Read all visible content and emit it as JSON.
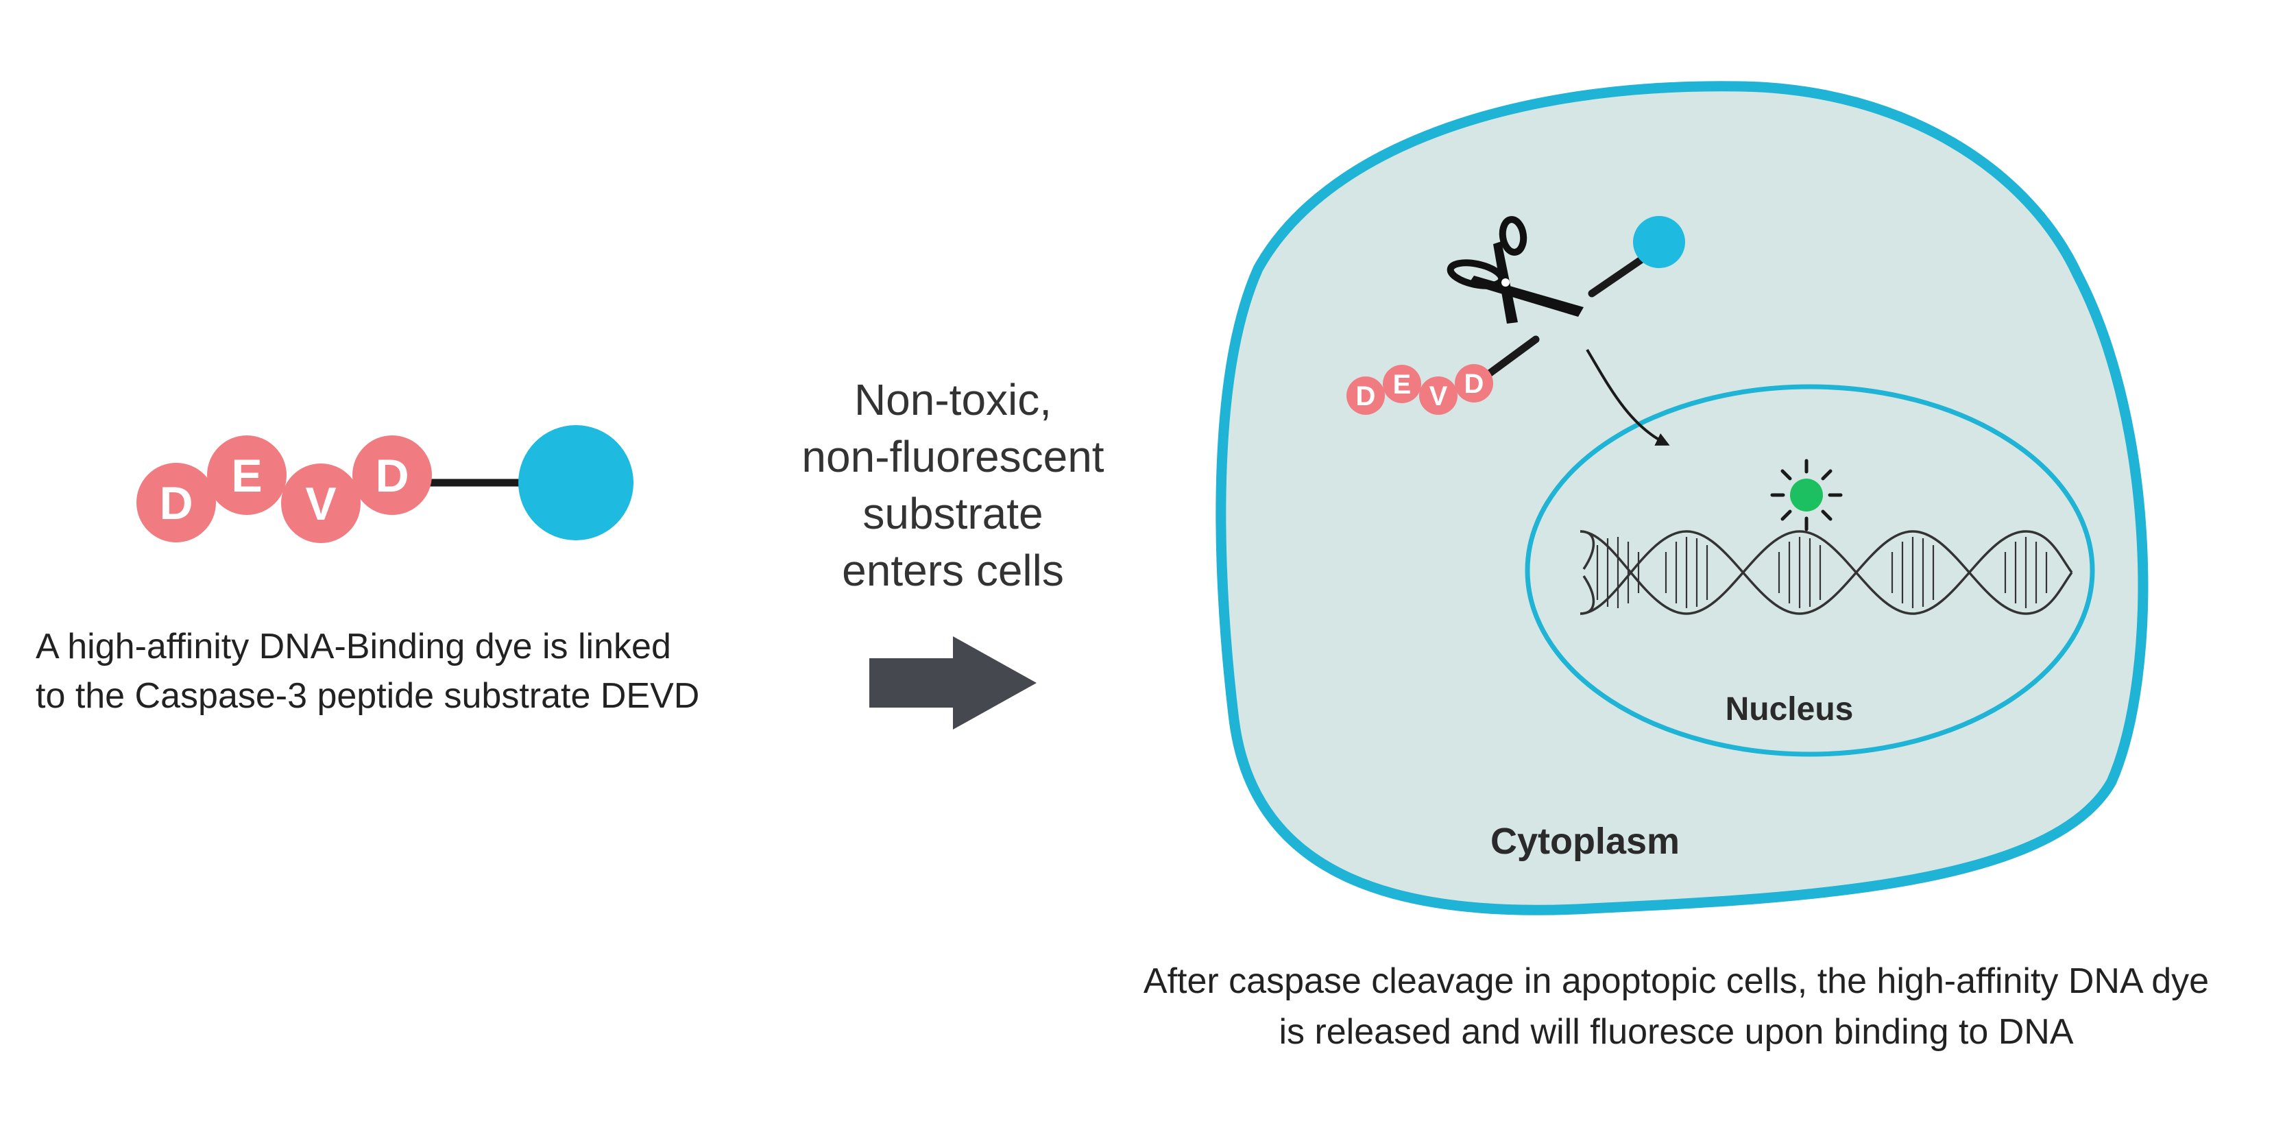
{
  "substrate": {
    "peptide_letters": [
      "D",
      "E",
      "V",
      "D"
    ],
    "caption_lines": [
      "A high-affinity DNA-Binding dye is linked",
      "to the Caspase-3 peptide substrate DEVD"
    ]
  },
  "transition": {
    "text_lines": [
      "Non-toxic,",
      "non-fluorescent",
      "substrate",
      "enters cells"
    ]
  },
  "cell": {
    "peptide_letters": [
      "D",
      "E",
      "V",
      "D"
    ],
    "nucleus_label": "Nucleus",
    "cytoplasm_label": "Cytoplasm"
  },
  "result": {
    "caption_lines": [
      "After caspase cleavage in apoptopic cells, the high-affinity DNA dye",
      "is released and will fluoresce upon binding to DNA"
    ]
  },
  "colors": {
    "peptide_bead": "#f07b80",
    "dye": "#1fbadf",
    "fluorescent_dye": "#1dc060",
    "cell_fill": "#d6e6e5",
    "cell_border": "#1fb3d6",
    "arrow": "#464850",
    "linker": "#1a1a1a"
  }
}
